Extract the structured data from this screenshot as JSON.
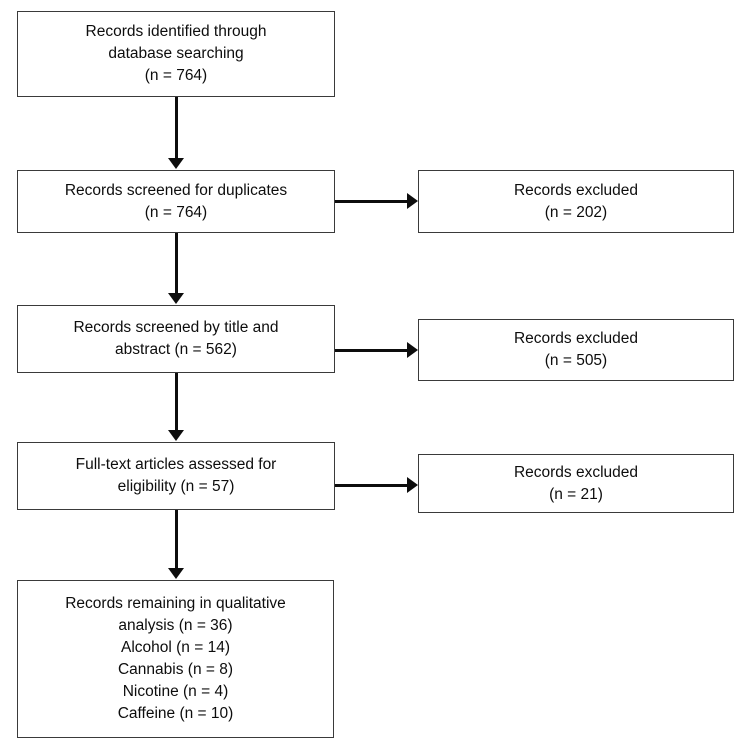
{
  "diagram": {
    "type": "prisma-flow-diagram",
    "title": "",
    "colors": {
      "background": "#ffffff",
      "box_border": "#3a3a3a",
      "connector": "#0d0d0d",
      "text": "#0d0d0d"
    },
    "nodes": [
      {
        "id": "identified",
        "column": "main",
        "lines": [
          "Records identified through",
          "database searching",
          "(n = 764)"
        ]
      },
      {
        "id": "screened-duplicates",
        "column": "main",
        "lines": [
          "Records screened for duplicates",
          "(n = 764)"
        ]
      },
      {
        "id": "excluded-duplicates",
        "column": "side",
        "lines": [
          "Records excluded",
          "(n = 202)"
        ]
      },
      {
        "id": "screened-title-abstract",
        "column": "main",
        "lines": [
          "Records screened by title and",
          "abstract (n = 562)"
        ]
      },
      {
        "id": "excluded-title-abstract",
        "column": "side",
        "lines": [
          "Records excluded",
          "(n = 505)"
        ]
      },
      {
        "id": "fulltext-assessed",
        "column": "main",
        "lines": [
          "Full-text articles assessed for",
          "eligibility (n = 57)"
        ]
      },
      {
        "id": "excluded-fulltext",
        "column": "side",
        "lines": [
          "Records excluded",
          "(n = 21)"
        ]
      },
      {
        "id": "qualitative-analysis",
        "column": "main",
        "lines": [
          "Records remaining in qualitative",
          "analysis (n = 36)",
          "Alcohol (n = 14)",
          "Cannabis (n = 8)",
          "Nicotine (n = 4)",
          "Caffeine (n = 10)"
        ]
      }
    ],
    "counts": {
      "identified": 764,
      "screened_duplicates": 764,
      "excluded_duplicates": 202,
      "screened_title_abstract": 562,
      "excluded_title_abstract": 505,
      "fulltext_assessed": 57,
      "excluded_fulltext": 21,
      "qualitative_total": 36,
      "alcohol": 14,
      "cannabis": 8,
      "nicotine": 4,
      "caffeine": 10
    },
    "edges": [
      {
        "id": "e1",
        "from": "identified",
        "to": "screened-duplicates",
        "direction": "down"
      },
      {
        "id": "e2",
        "from": "screened-duplicates",
        "to": "excluded-duplicates",
        "direction": "right"
      },
      {
        "id": "e3",
        "from": "screened-duplicates",
        "to": "screened-title-abstract",
        "direction": "down"
      },
      {
        "id": "e4",
        "from": "screened-title-abstract",
        "to": "excluded-title-abstract",
        "direction": "right"
      },
      {
        "id": "e5",
        "from": "screened-title-abstract",
        "to": "fulltext-assessed",
        "direction": "down"
      },
      {
        "id": "e6",
        "from": "fulltext-assessed",
        "to": "excluded-fulltext",
        "direction": "right"
      },
      {
        "id": "e7",
        "from": "fulltext-assessed",
        "to": "qualitative-analysis",
        "direction": "down"
      }
    ]
  }
}
